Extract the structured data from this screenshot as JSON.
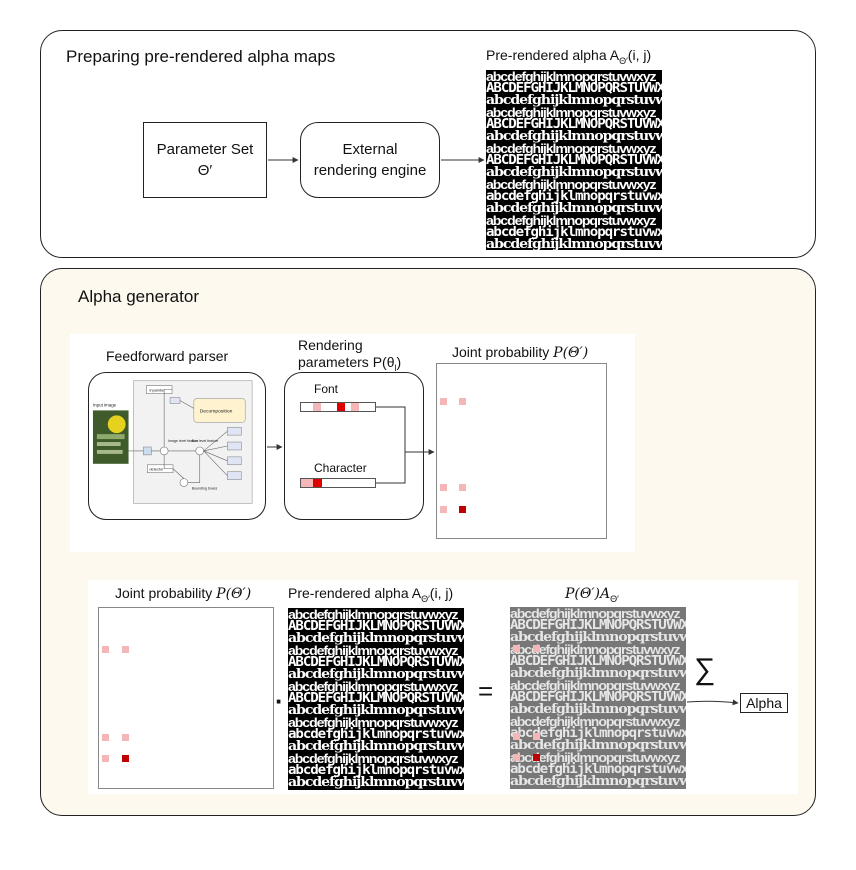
{
  "top_panel": {
    "title": "Preparing pre-rendered alpha maps",
    "param_box_line1": "Parameter Set",
    "param_box_line2": "Θ′",
    "engine_box_line1": "External",
    "engine_box_line2": "rendering engine",
    "alpha_label": "Pre-rendered alpha A",
    "alpha_sub": "Θ′",
    "alpha_args": "(i, j)"
  },
  "bottom_panel": {
    "title": "Alpha generator",
    "parser_label": "Feedforward parser",
    "render_params_label_line1": "Rendering",
    "render_params_label_line2": "parameters P(θ",
    "render_params_sub": "l",
    "render_params_close": ")",
    "font_label": "Font",
    "character_label": "Character",
    "joint_prob_label": "Joint probability ",
    "joint_prob_formula": "P(Θ′)",
    "joint_prob_label_2": "Joint probability ",
    "joint_prob_formula_2": "P(Θ′)",
    "alpha_label_2": "Pre-rendered alpha A",
    "alpha_sub_2": "Θ′",
    "alpha_args_2": "(i, j)",
    "product_formula": "P(Θ′)A",
    "product_sub": "Θ′",
    "dot_operator": "·",
    "equals_operator": "=",
    "sum_operator": "∑",
    "output_box": "Alpha"
  },
  "parser_diagram": {
    "input_label": "Input image",
    "inpainter": "Inpainter",
    "decomposition": "Decomposition",
    "image_level_feature": "Image level feature",
    "box_level_feature": "Box level feature",
    "detector": "detector",
    "bounding_boxes": "Bounding boxes"
  },
  "glyph_rows": [
    "abcdefghijklmnopqrstuvwxyz",
    "ABCDEFGHIJKLMNOPQRSTUVWXYZ",
    "abcdefghijklmnopqrstuvwxyz",
    "abcdefghijklmnopqrstuvwxyz",
    "ABCDEFGHIJKLMNOPQRSTUVWXYZ",
    "abcdefghijklmnopqrstuvwxyz",
    "abcdefghijklmnopqrstuvwxyz",
    "ABCDEFGHIJKLMNOPQRSTUVWXYZ",
    "abcdefghijklmnopqrstuvwxyz",
    "abcdefghijklmnopqrstuvwxyz",
    "abcdefghijklmnopqrstuvwxyz",
    "abcdefghijklmnopqrstuvwxyz",
    "abcdefghijklmnopqrstuvwxyz",
    "abcdefghijklmnopqrstuvwxyz"
  ],
  "colors": {
    "panel_bottom_bg": "#fdf9ef",
    "prob_light": "#f4b6b6",
    "prob_mid": "#e88a8a",
    "prob_dark": "#c00000",
    "prob_red": "#e00000",
    "decomp_fill": "#fff3cf"
  }
}
